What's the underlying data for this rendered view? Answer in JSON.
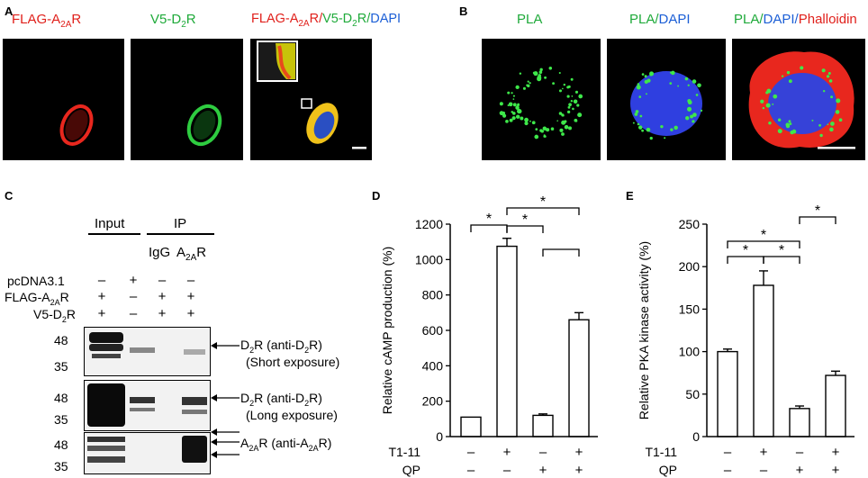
{
  "panelA": {
    "letter": "A",
    "images": [
      {
        "label_html": "FLAG-A<sub>2A</sub>R",
        "label_parts": [
          "FLAG-A",
          "2A",
          "R"
        ],
        "channel": "red"
      },
      {
        "label_parts": [
          "V5-D",
          "2",
          "R"
        ],
        "channel": "green"
      },
      {
        "label_parts": [
          "FLAG-A",
          "2A",
          "R/",
          "V5-D",
          "2",
          "R/",
          "DAPI"
        ],
        "channel": "merge"
      }
    ]
  },
  "panelB": {
    "letter": "B",
    "images": [
      {
        "label_parts": [
          "PLA"
        ]
      },
      {
        "label_parts": [
          "PLA/",
          "DAPI"
        ]
      },
      {
        "label_parts": [
          "PLA/",
          "DAPI/",
          "Phalloidin"
        ]
      }
    ]
  },
  "panelC": {
    "letter": "C",
    "input": "Input",
    "ip": "IP",
    "igg": "IgG",
    "a2ar": [
      "A",
      "2A",
      "R"
    ],
    "rows": [
      {
        "label": "pcDNA3.1",
        "signs": [
          "–",
          "+",
          "–",
          "–"
        ]
      },
      {
        "label_parts": [
          "FLAG-A",
          "2A",
          "R"
        ],
        "signs": [
          "+",
          "–",
          "+",
          "+"
        ]
      },
      {
        "label_parts": [
          "V5-D",
          "2",
          "R"
        ],
        "signs": [
          "+",
          "–",
          "+",
          "+"
        ]
      }
    ],
    "blots": [
      {
        "mw": [
          "48",
          "35"
        ],
        "annot": [
          "D",
          "2",
          "R (anti-D",
          "2",
          "R)"
        ],
        "sub": "(Short exposure)"
      },
      {
        "mw": [
          "48",
          "35"
        ],
        "annot": [
          "D",
          "2",
          "R (anti-D",
          "2",
          "R)"
        ],
        "sub": "(Long exposure)"
      },
      {
        "mw": [
          "48",
          "35"
        ],
        "annot": [
          "A",
          "2A",
          "R (anti-A",
          "2A",
          "R)"
        ],
        "sub": ""
      }
    ]
  },
  "panelD": {
    "letter": "D",
    "chart_data": {
      "type": "bar",
      "categories": [
        "1",
        "2",
        "3",
        "4"
      ],
      "values": [
        110,
        1075,
        120,
        660
      ],
      "errors": [
        0,
        45,
        8,
        40
      ],
      "ylabel": "Relative cAMP production  (%)",
      "ylim": [
        0,
        1200
      ],
      "yticks": [
        0,
        200,
        400,
        600,
        800,
        1000,
        1200
      ],
      "row1_label": "T1-11",
      "row1_signs": [
        "–",
        "+",
        "–",
        "+"
      ],
      "row2_label": "QP",
      "row2_signs": [
        "–",
        "–",
        "+",
        "+"
      ],
      "brackets": [
        {
          "from": 0,
          "to": 1,
          "star": true
        },
        {
          "from": 1,
          "to": 2,
          "star": true
        },
        {
          "from": 1,
          "to": 3,
          "star": true
        },
        {
          "from": 2,
          "to": 3,
          "star": false
        }
      ]
    }
  },
  "panelE": {
    "letter": "E",
    "chart_data": {
      "type": "bar",
      "categories": [
        "1",
        "2",
        "3",
        "4"
      ],
      "values": [
        100,
        178,
        33,
        72
      ],
      "errors": [
        3,
        17,
        3,
        5
      ],
      "ylabel": "Relative PKA kinase activity (%)",
      "ylim": [
        0,
        250
      ],
      "yticks": [
        0,
        50,
        100,
        150,
        200,
        250
      ],
      "row1_label": "T1-11",
      "row1_signs": [
        "–",
        "+",
        "–",
        "+"
      ],
      "row2_label": "QP",
      "row2_signs": [
        "–",
        "–",
        "+",
        "+"
      ],
      "brackets": [
        {
          "from": 0,
          "to": 1,
          "star": true
        },
        {
          "from": 1,
          "to": 2,
          "star": true
        },
        {
          "from": 0,
          "to": 2,
          "star": true
        },
        {
          "from": 2,
          "to": 3,
          "star": true
        }
      ]
    }
  },
  "star": "*"
}
